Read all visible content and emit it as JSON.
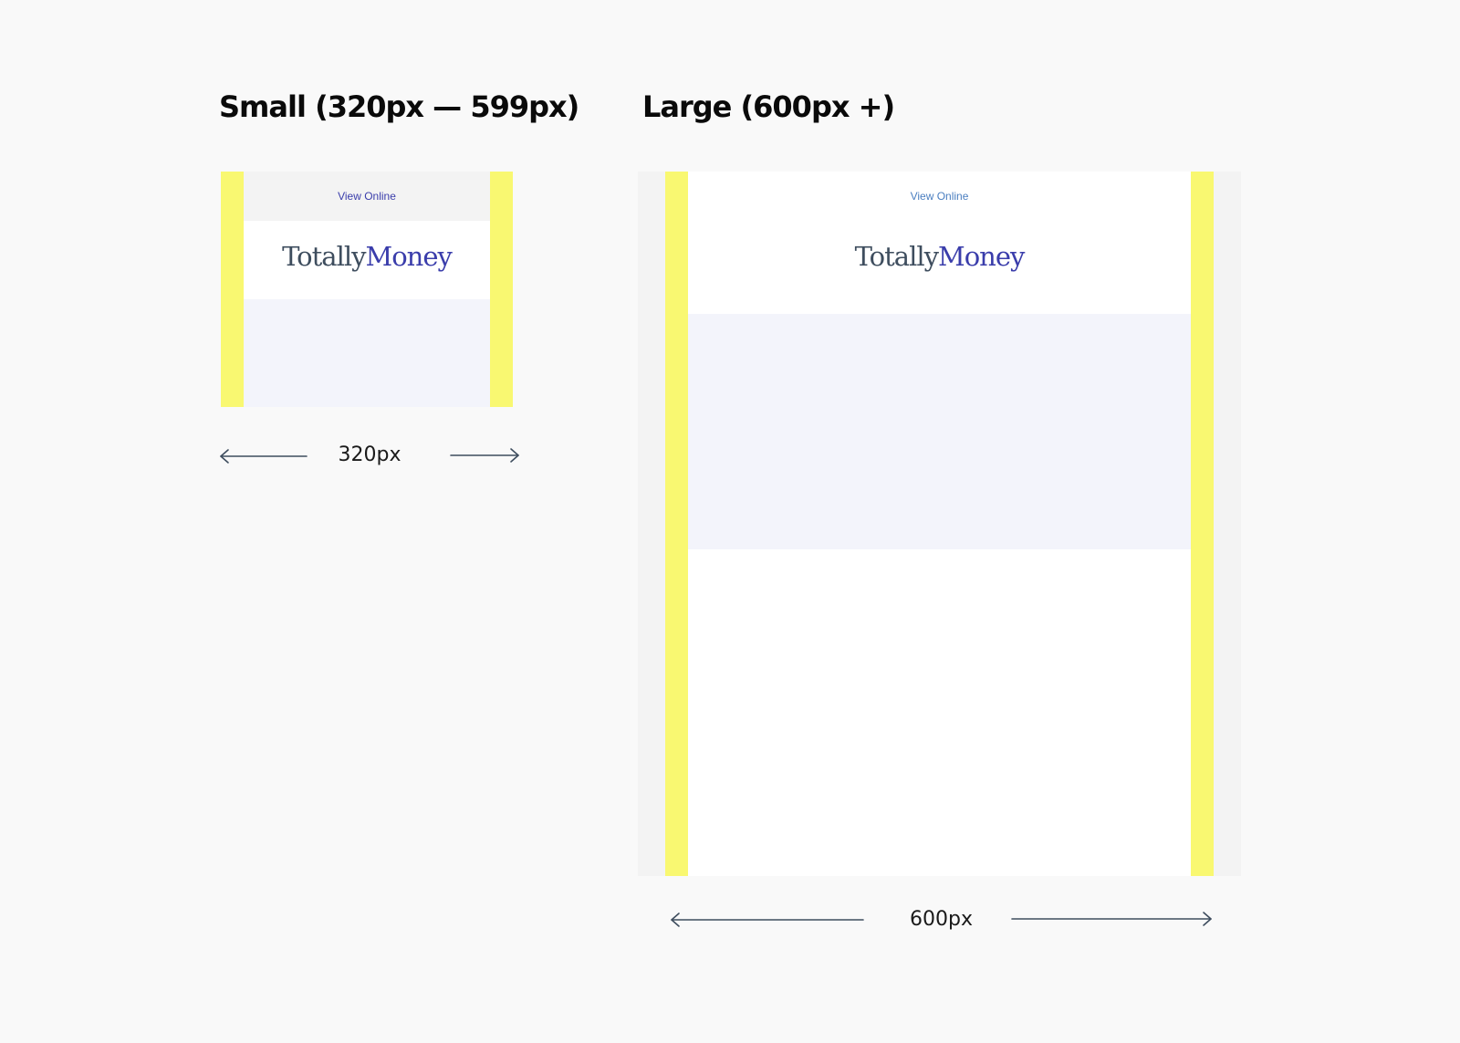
{
  "headings": {
    "small": "Small (320px — 599px)",
    "large": "Large (600px +)"
  },
  "email_mock": {
    "view_online": "View Online",
    "logo_part_a": "Totally",
    "logo_part_b": "Money"
  },
  "dimensions": {
    "small": "320px",
    "large": "600px"
  },
  "colors": {
    "page_background": "#f9f9f9",
    "gutter": "#f9f871",
    "outer_background": "#f3f3f3",
    "hero_block": "#f3f4fb",
    "logo_totally": "#3e4d5e",
    "logo_money": "#3a3dab",
    "arrow": "#3e4d5e"
  }
}
